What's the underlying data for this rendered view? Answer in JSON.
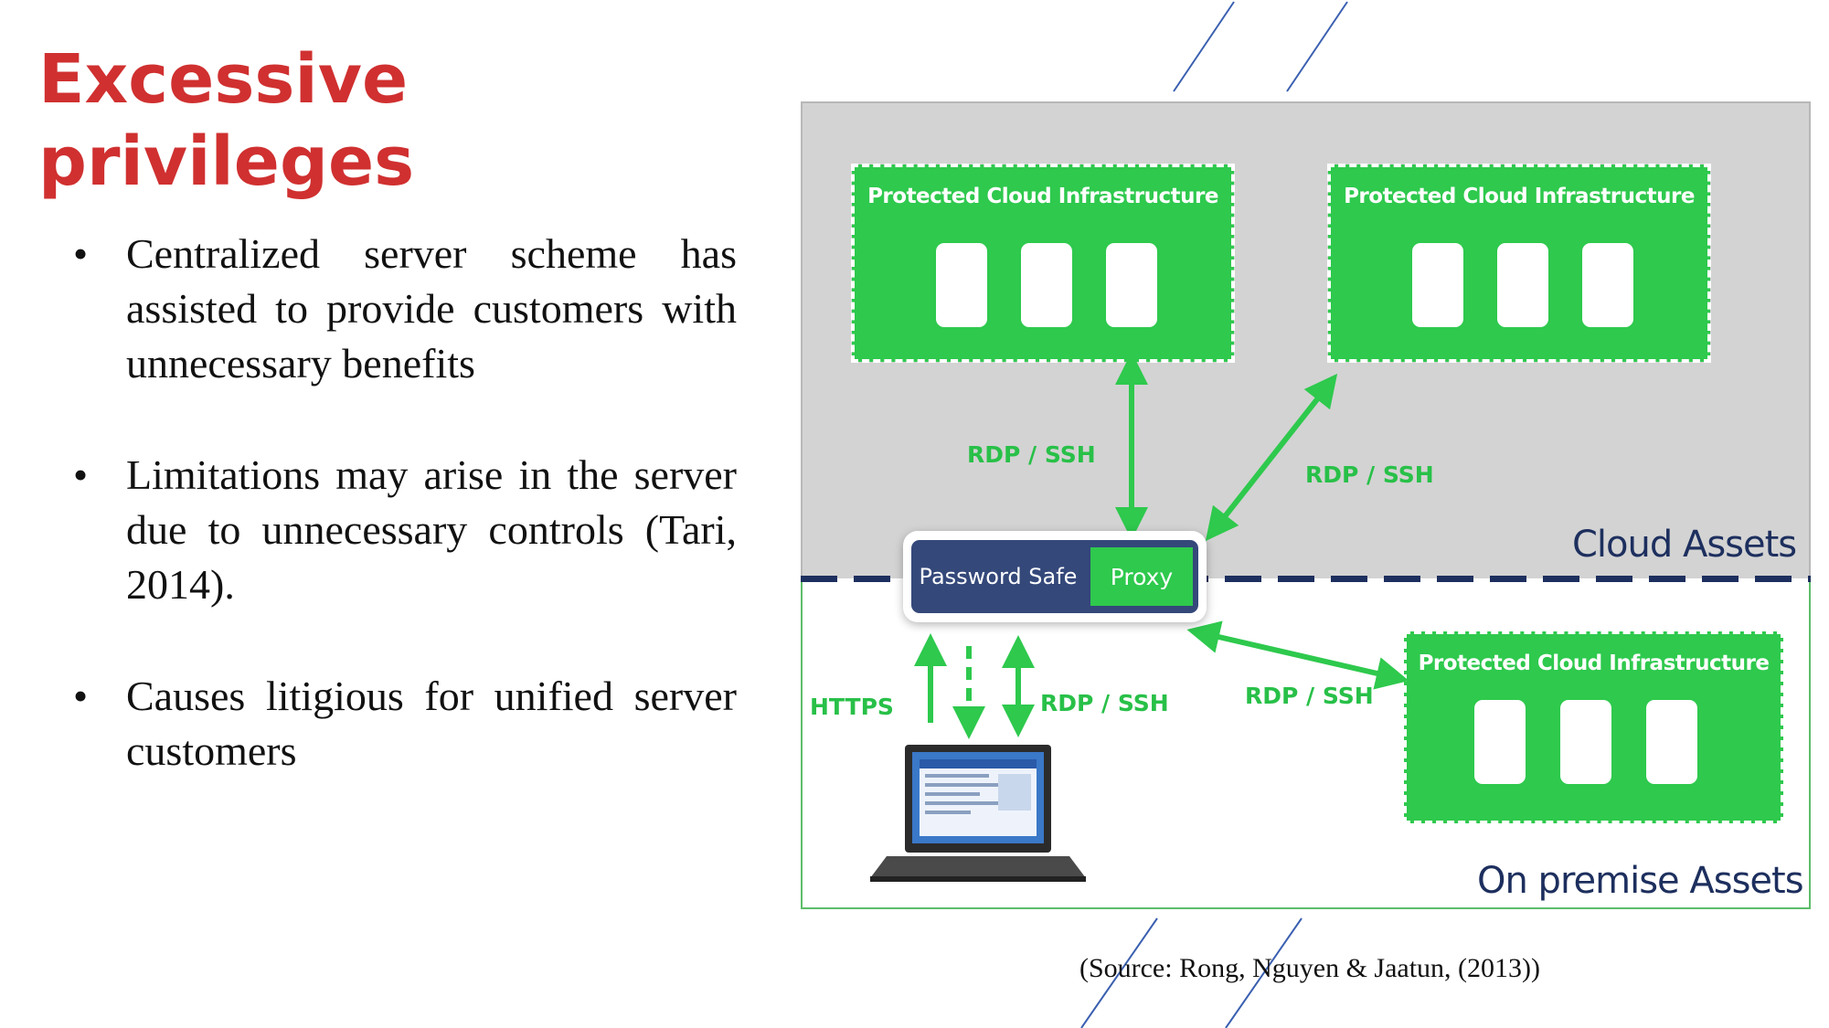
{
  "slide": {
    "title_line1": "Excessive",
    "title_line2": "privileges",
    "bullets": [
      "Centralized server scheme has assisted to provide customers with unnecessary benefits",
      "Limitations may arise in the server due to unnecessary controls (Tari, 2014).",
      "Causes litigious for unified server customers"
    ],
    "caption": "(Source: Rong, Nguyen & Jaatun, (2013))"
  },
  "diagram": {
    "pci_label": "Protected Cloud Infrastructure",
    "pci_label_3": "Protected Cloud  Infrastructure",
    "proto_rdp": "RDP / SSH",
    "proto_https": "HTTPS",
    "cloud_assets": "Cloud Assets",
    "on_premise_assets": "On premise Assets",
    "password_safe": "Password Safe",
    "proxy": "Proxy"
  },
  "colors": {
    "title": "#d03030",
    "green": "#2ec94d",
    "navy": "#1d2f5e",
    "cloud_bg": "#d3d3d3",
    "decor_line": "#3a5fb0"
  },
  "icons": [
    "laptop-icon",
    "server-icon",
    "bullet-dot"
  ]
}
